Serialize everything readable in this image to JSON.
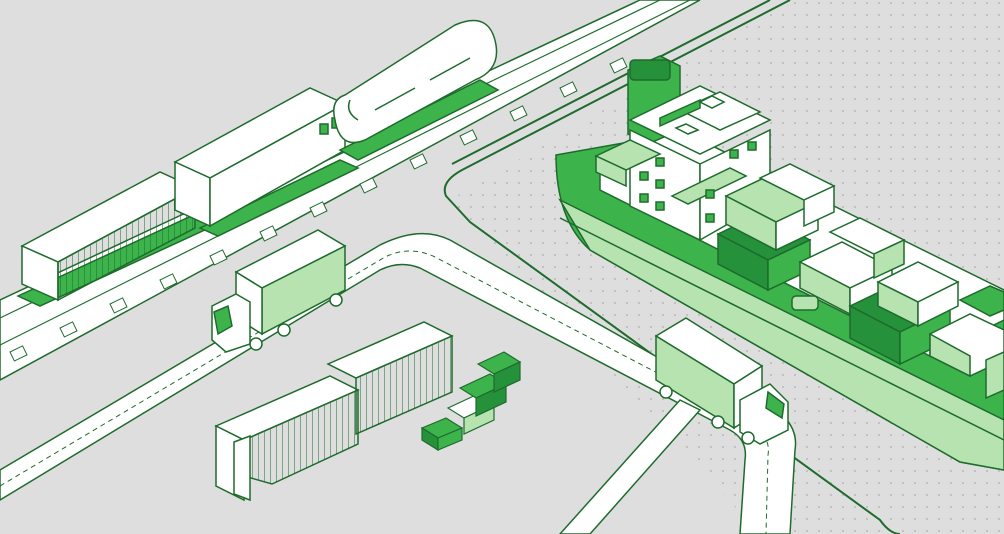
{
  "scene": {
    "description_visible_text": "",
    "colors": {
      "ground": "#dedede",
      "water": "#d4d4d4",
      "outline": "#1e6b2d",
      "green_light": "#b6e3b0",
      "green_mid": "#3cb44b",
      "green_dark": "#25913a",
      "white": "#ffffff"
    },
    "elements": [
      "railway",
      "freight-train",
      "tanker-car",
      "road",
      "delivery-truck",
      "shipping-containers",
      "cargo-boxes",
      "pier",
      "cargo-ship"
    ]
  }
}
